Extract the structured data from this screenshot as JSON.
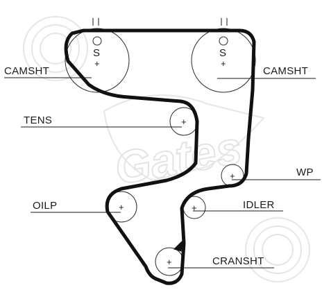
{
  "labels": {
    "camshaft_left": "CAMSHT",
    "camshaft_right": "CAMSHT",
    "tensioner": "TENS",
    "oil_pump": "OILP",
    "water_pump": "WP",
    "idler": "IDLER",
    "crankshaft": "CRANSHT"
  },
  "marks": {
    "camshaft_left_sync": "S",
    "camshaft_right_sync": "S"
  },
  "colors": {
    "belt": "#111111",
    "watermark": "#e6e6e6"
  },
  "watermark_text": "Gates"
}
